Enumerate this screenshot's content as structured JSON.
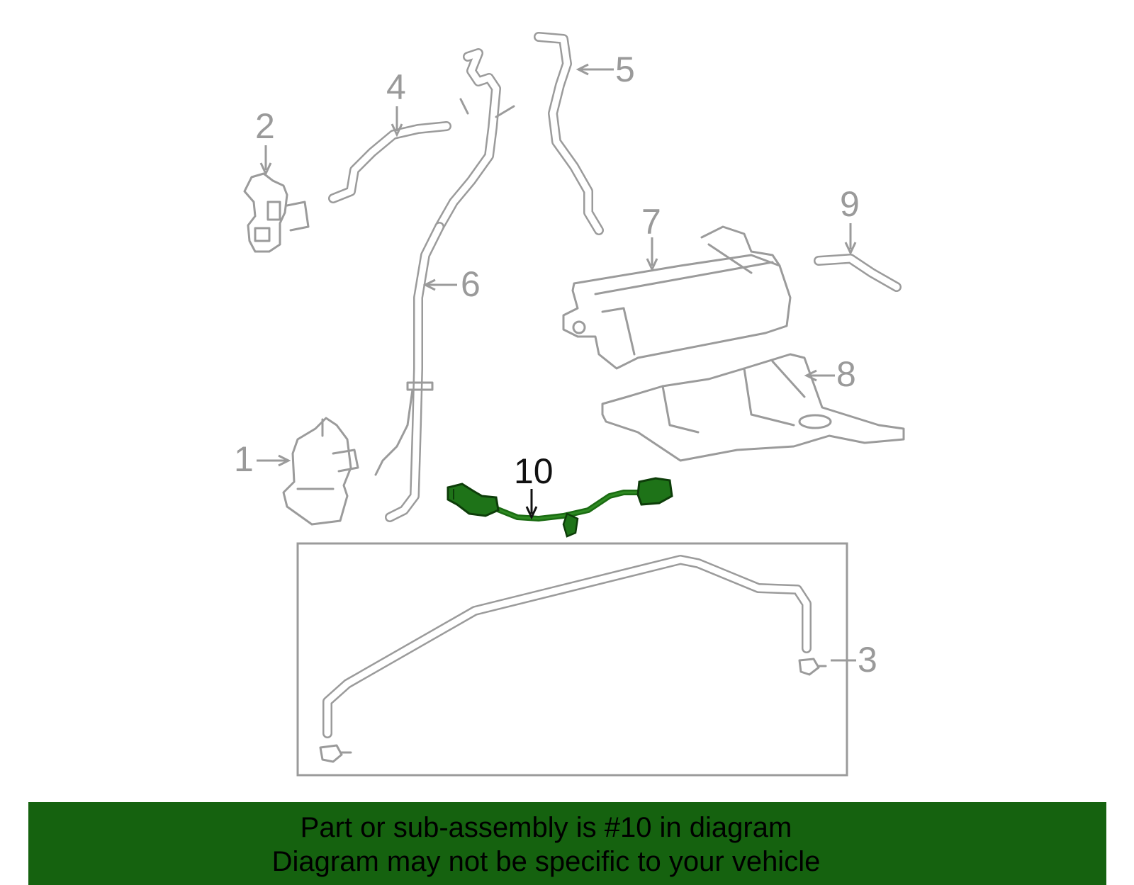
{
  "callouts": {
    "c1": "1",
    "c2": "2",
    "c3": "3",
    "c4": "4",
    "c5": "5",
    "c6": "6",
    "c7": "7",
    "c8": "8",
    "c9": "9",
    "c10": "10"
  },
  "highlighted_part": "10",
  "colors": {
    "part_gray": "#9b9b9b",
    "highlight_green": "#1a6b12",
    "banner_green": "#15620f",
    "text_dark": "#111111"
  },
  "banner": {
    "line1": "Part or sub-assembly is #10 in diagram",
    "line2": "Diagram may not be specific to your vehicle"
  }
}
